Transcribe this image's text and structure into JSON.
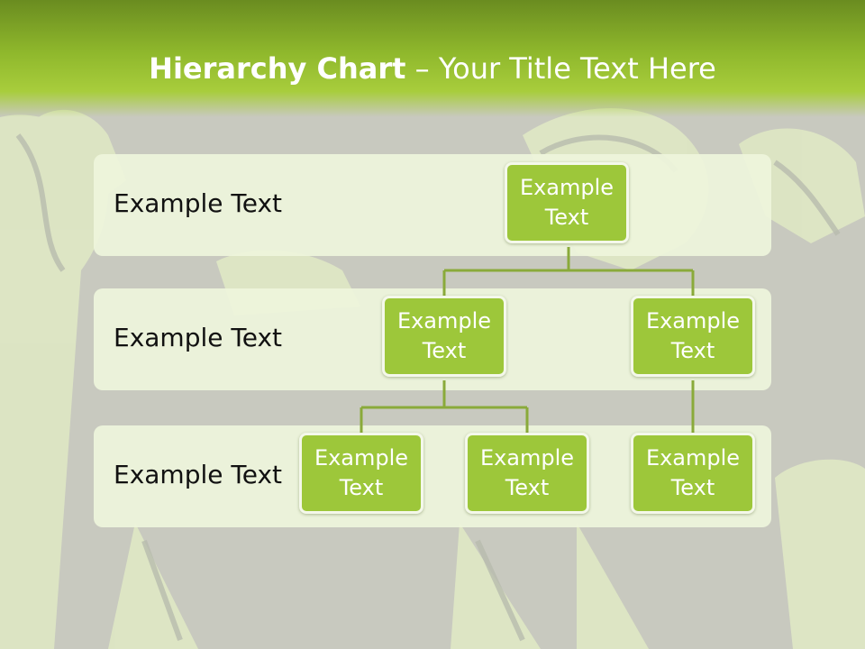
{
  "title": {
    "bold": "Hierarchy Chart",
    "rest": " – Your Title Text Here"
  },
  "levels": [
    {
      "label": "Example Text"
    },
    {
      "label": "Example Text"
    },
    {
      "label": "Example Text"
    }
  ],
  "nodes": {
    "root": "Example Text",
    "level2_left": "Example Text",
    "level2_right": "Example Text",
    "level3_left": "Example Text",
    "level3_middle": "Example Text",
    "level3_right": "Example Text"
  },
  "colors": {
    "title_bar": "#8fb82c",
    "node_fill": "#9dc73a",
    "connector": "#8aaa3a",
    "band": "#eef5dc",
    "background": "#c8c9bf"
  }
}
